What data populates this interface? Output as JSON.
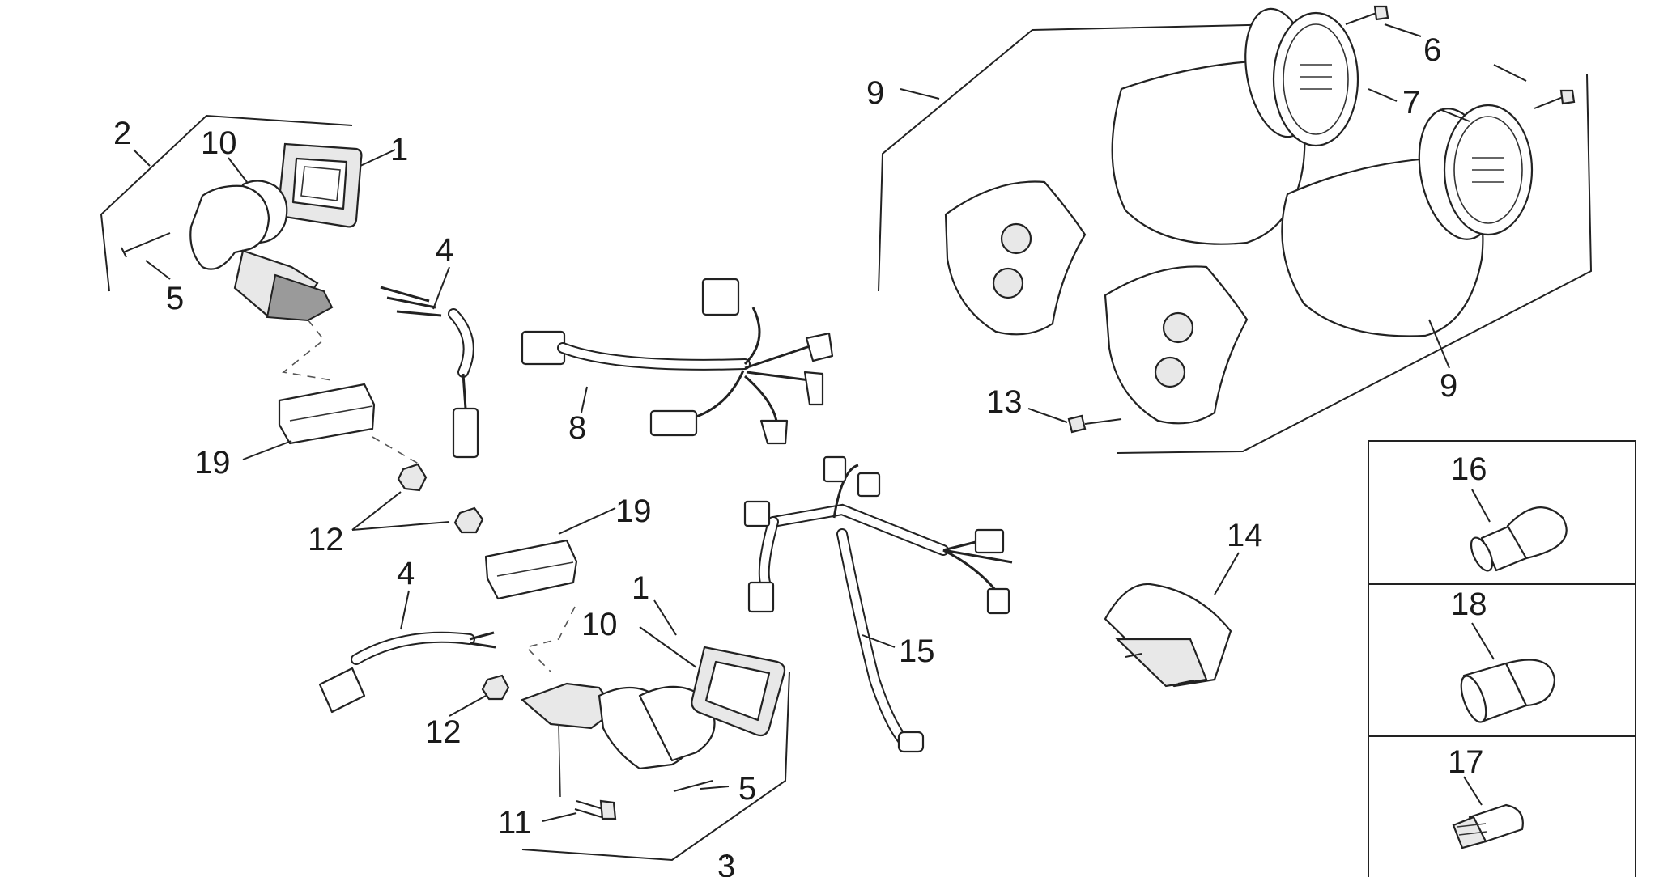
{
  "labels": {
    "n1a": "1",
    "n1b": "1",
    "n2": "2",
    "n3": "3",
    "n4a": "4",
    "n4b": "4",
    "n5a": "5",
    "n5b": "5",
    "n6": "6",
    "n7": "7",
    "n8": "8",
    "n9a": "9",
    "n9b": "9",
    "n10a": "10",
    "n10b": "10",
    "n11": "11",
    "n12a": "12",
    "n12b": "12",
    "n13": "13",
    "n14": "14",
    "n15": "15",
    "n16": "16",
    "n17": "17",
    "n18": "18",
    "n19a": "19",
    "n19b": "19"
  }
}
